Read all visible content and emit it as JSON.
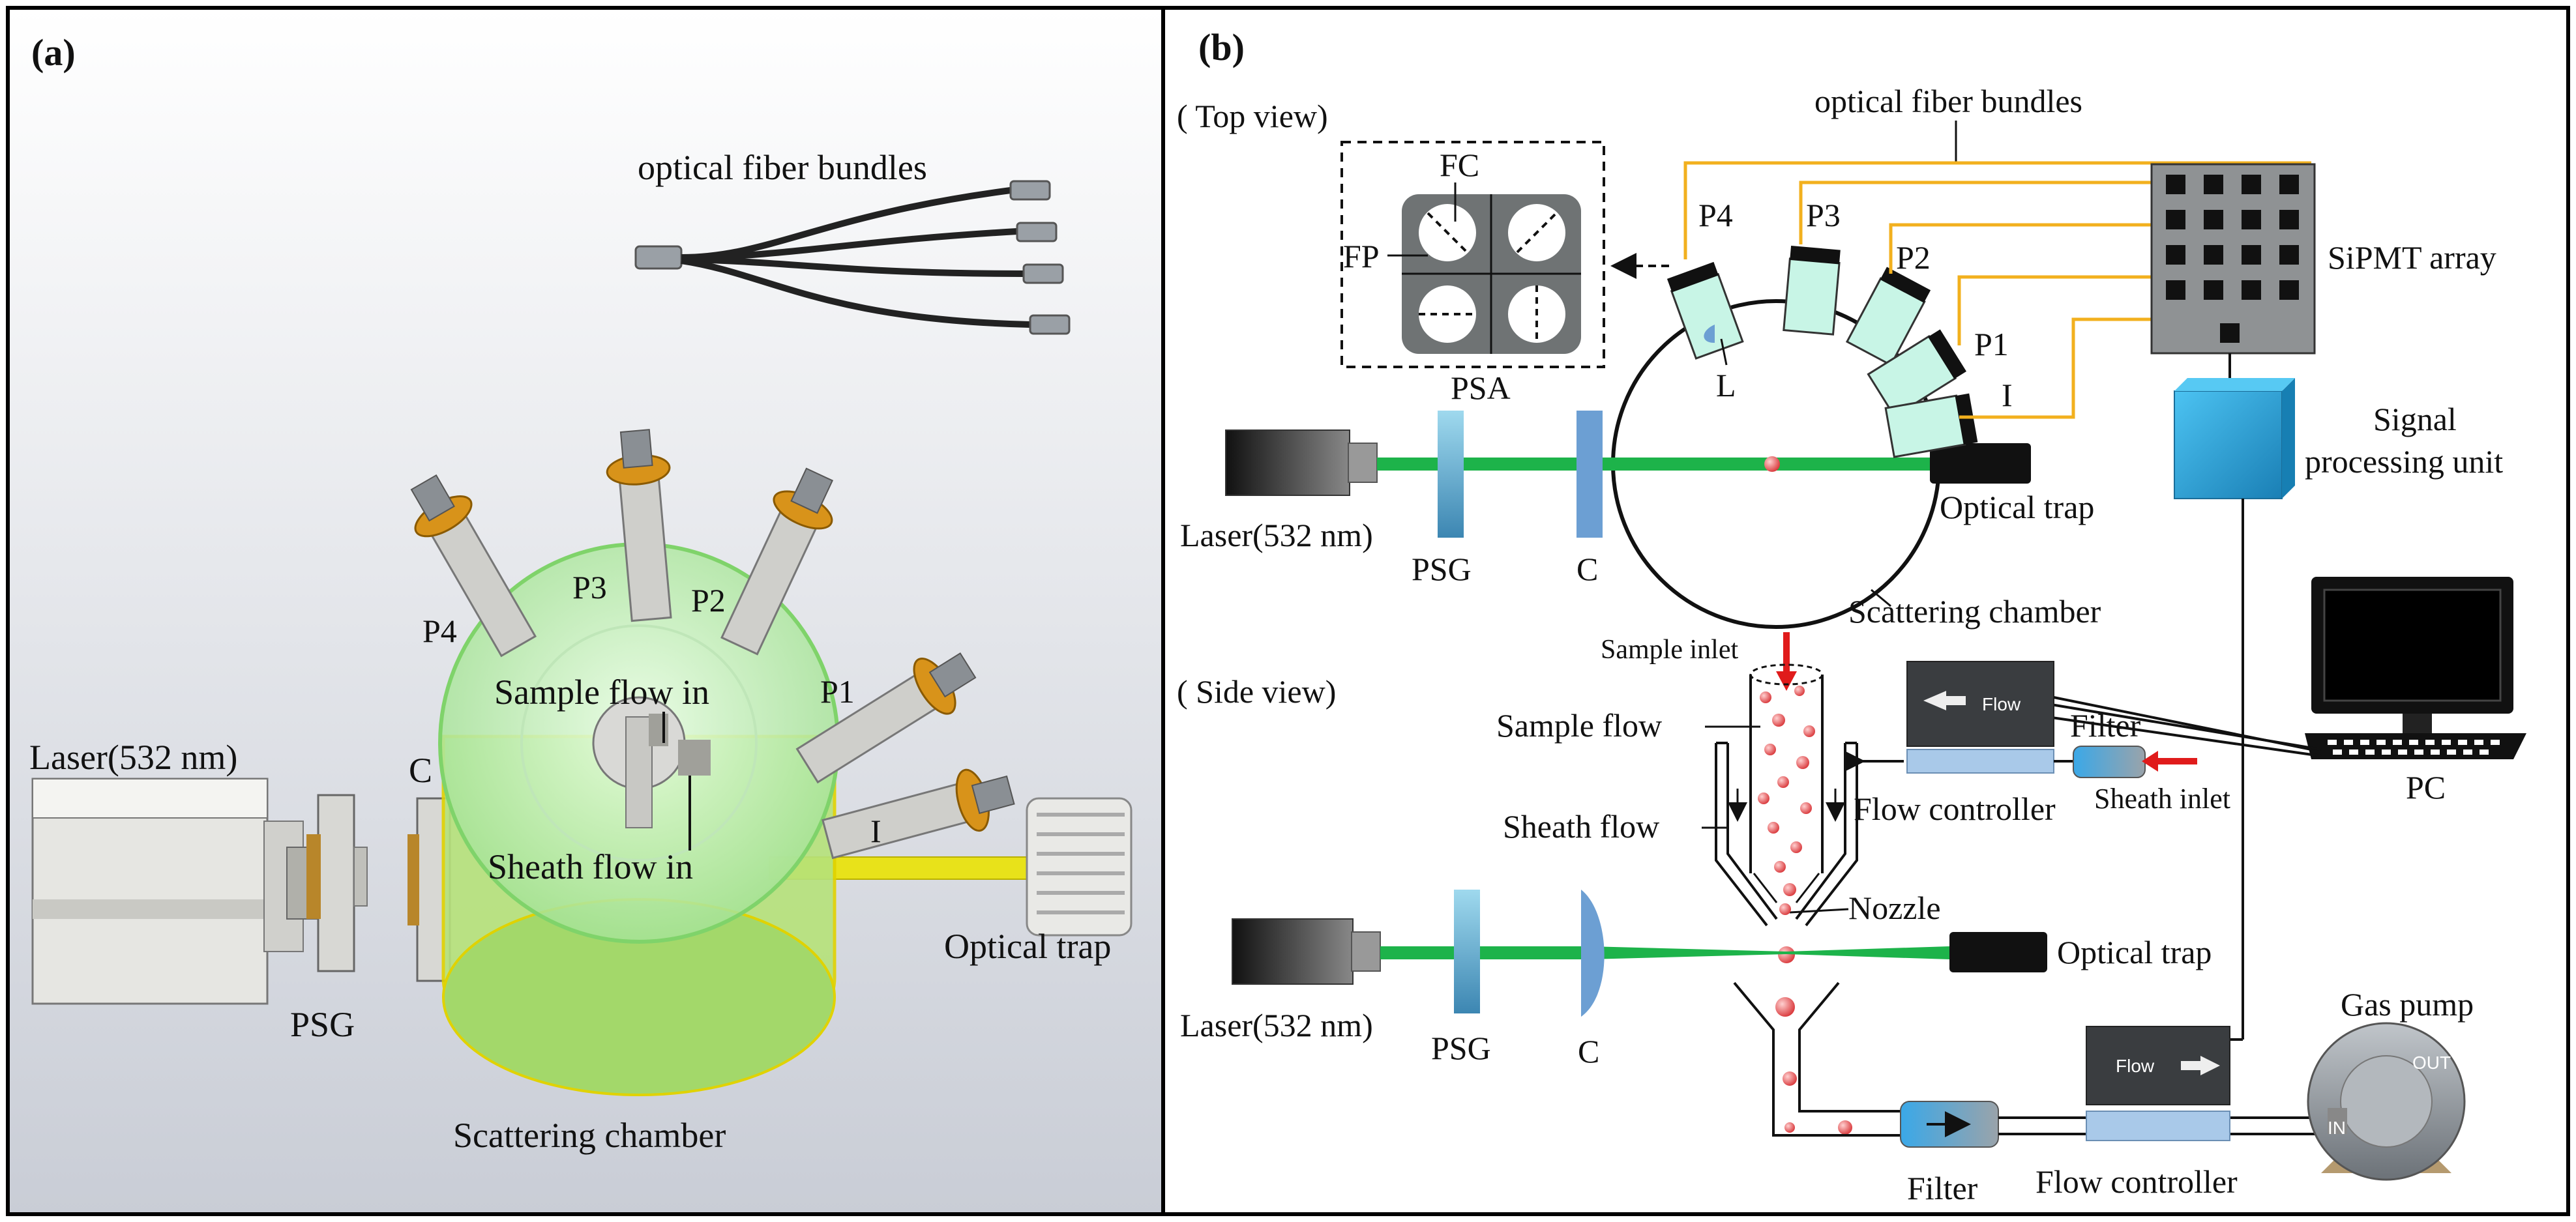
{
  "panel_a": {
    "tag": "(a)",
    "fiber": "optical fiber bundles",
    "sample_flow": "Sample flow in",
    "sheath_flow": "Sheath flow in",
    "p1": "P1",
    "p2": "P2",
    "p3": "P3",
    "p4": "P4",
    "i": "I",
    "c": "C",
    "laser": "Laser(532 nm)",
    "psg": "PSG",
    "trap": "Optical trap",
    "chamber": "Scattering chamber"
  },
  "panel_b": {
    "tag": "(b)",
    "top_view": "( Top view)",
    "side_view": "( Side view)",
    "fiber": "optical fiber bundles",
    "fc": "FC",
    "fp": "FP",
    "psa": "PSA",
    "l": "L",
    "p1": "P1",
    "p2": "P2",
    "p3": "P3",
    "p4": "P4",
    "i": "I",
    "sipmt": "SiPMT array",
    "signal1": "Signal",
    "signal2": "processing unit",
    "laser_top": "Laser(532 nm)",
    "psg_top": "PSG",
    "c_top": "C",
    "trap_top": "Optical trap",
    "chamber": "Scattering chamber",
    "pc": "PC",
    "sample_inlet": "Sample inlet",
    "sample_flow": "Sample flow",
    "sheath_flow": "Sheath flow",
    "flow_word1": "Flow",
    "filter_top": "Filter",
    "flow_controller_top": "Flow controller",
    "sheath_inlet": "Sheath inlet",
    "nozzle": "Nozzle",
    "trap_side": "Optical trap",
    "laser_side": "Laser(532 nm)",
    "psg_side": "PSG",
    "c_side": "C",
    "gas_pump": "Gas pump",
    "out": "OUT",
    "in": "IN",
    "flow_word2": "Flow",
    "filter_bottom": "Filter",
    "flow_controller_bottom": "Flow controller"
  },
  "colors": {
    "beam": "#1db34a",
    "fiber": "#f2b01e",
    "detector": "#c8f5e6",
    "signal_unit": "#2aa8e0",
    "chamber_glow": "#a8e89a"
  }
}
